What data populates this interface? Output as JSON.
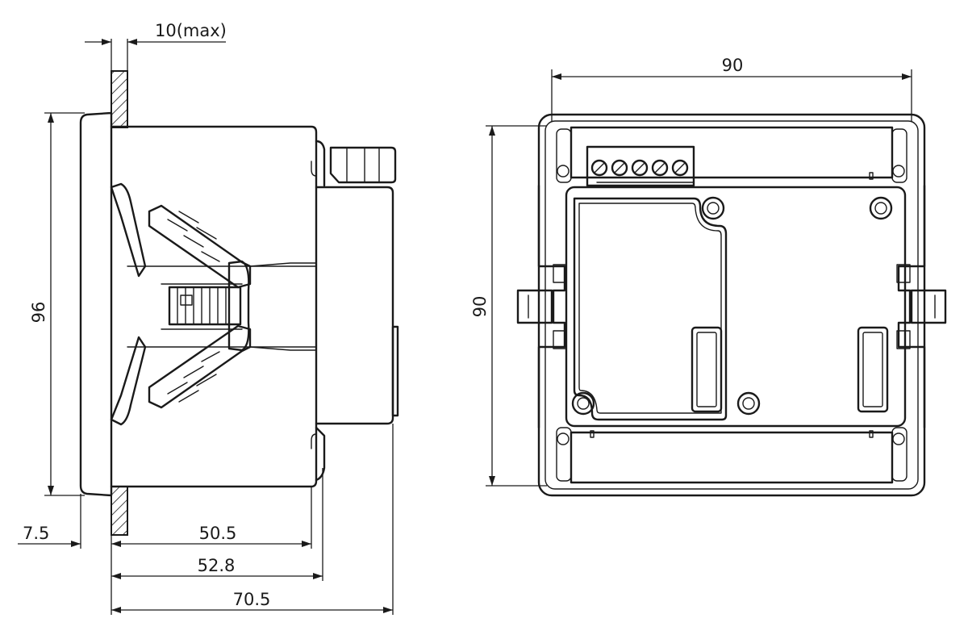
{
  "dimensions": {
    "flange_thickness": "10(max)",
    "panel_width": "90",
    "panel_height": "90",
    "front_height": "96",
    "front_depth": "7.5",
    "body_depth": "50.5",
    "clip_depth": "52.8",
    "total_depth": "70.5"
  },
  "colors": {
    "line": "#1a1a1a",
    "background": "#ffffff"
  }
}
